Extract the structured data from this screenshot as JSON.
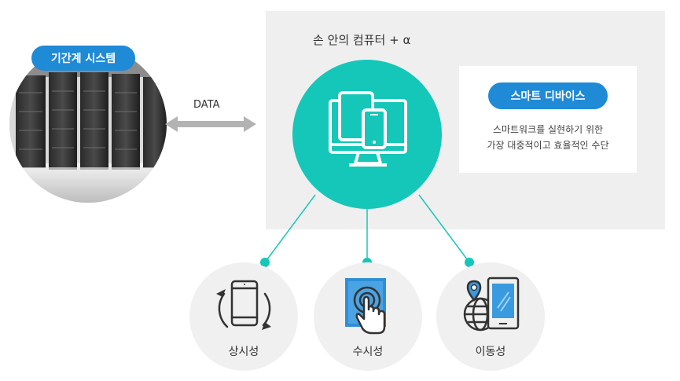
{
  "panel": {
    "title": "손 안의 컴퓨터 + α"
  },
  "device_card": {
    "badge": "스마트 디바이스",
    "desc_line1": "스마트워크를 실현하기 위한",
    "desc_line2": "가장 대중적이고 효율적인 수단"
  },
  "legacy": {
    "badge": "기간계 시스템"
  },
  "arrow": {
    "label": "DATA"
  },
  "features": [
    {
      "label": "상시성",
      "icon": "phone-sync-icon"
    },
    {
      "label": "수시성",
      "icon": "touch-screen-icon"
    },
    {
      "label": "이동성",
      "icon": "mobile-location-icon"
    }
  ],
  "colors": {
    "teal": "#14c7b9",
    "blue": "#1f8ad6",
    "panel_gray": "#efefef",
    "arrow_gray": "#b3b3b3",
    "circle_gray": "#f0f0f0"
  }
}
